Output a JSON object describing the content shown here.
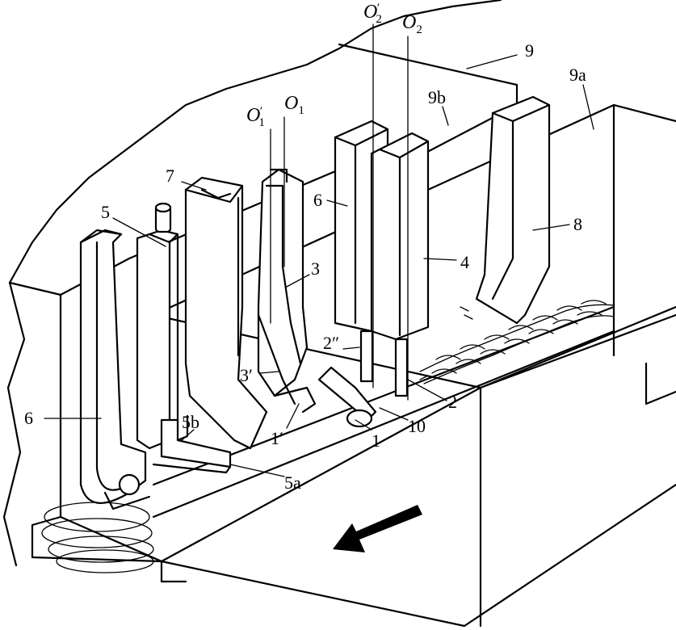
{
  "labels": {
    "l9": "9",
    "l9a": "9a",
    "l9b": "9b",
    "l8": "8",
    "l7": "7",
    "l6_top": "6",
    "l6_left": "6",
    "l5": "5",
    "l5a": "5a",
    "l5b": "5b",
    "l4": "4",
    "l3": "3",
    "l3p": "3′",
    "l2": "2",
    "l2p": "2″",
    "l1": "1",
    "l1p": "1′",
    "l10": "10",
    "o1_main": "O",
    "o1_sub": "1",
    "o1p_main": "O",
    "o1p_sub": "1",
    "o1p_mark": "′",
    "o2_main": "O",
    "o2_sub": "2",
    "o2p_main": "O",
    "o2p_sub": "2",
    "o2p_mark": "′"
  },
  "colors": {
    "line": "#000000",
    "background": "#ffffff"
  },
  "arrow": "direction-of-travel-arrow"
}
